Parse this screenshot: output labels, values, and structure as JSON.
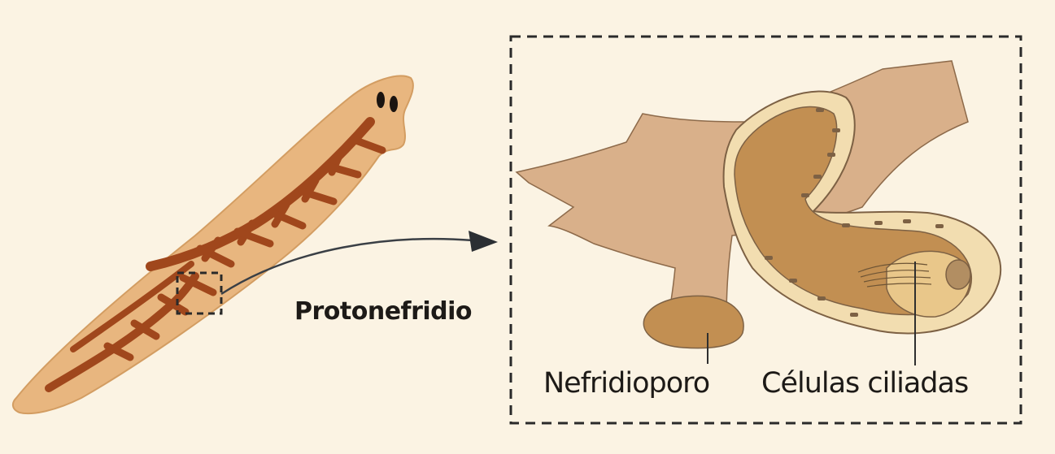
{
  "diagram": {
    "labels": {
      "protonephridium": "Protonefridio",
      "nephridiopore": "Nefridioporo",
      "ciliated_cells": "Células ciliadas"
    },
    "colors": {
      "background": "#fbf3e3",
      "body": "#e8b67f",
      "gut": "#a0471c",
      "tissue": "#d9b08a",
      "duct": "#c28f52",
      "cell_wall": "#f2ddb0",
      "line": "#2f2f2f"
    }
  }
}
